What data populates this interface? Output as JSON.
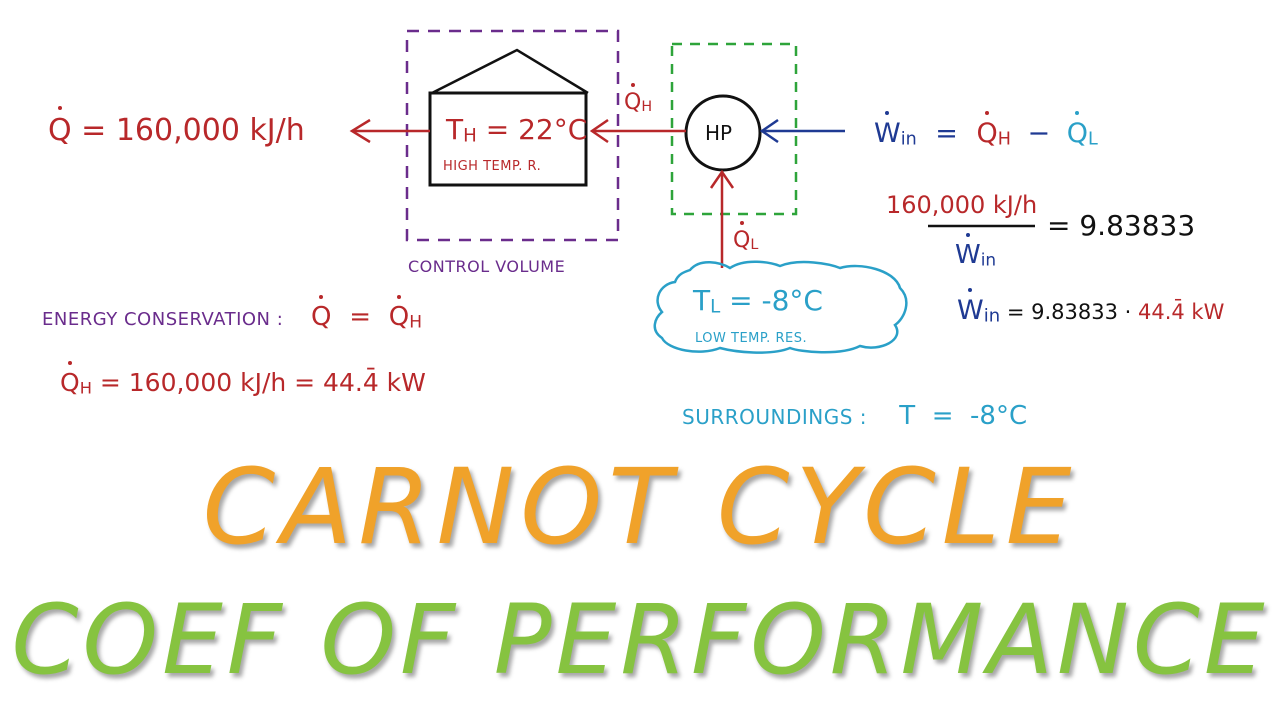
{
  "diagram": {
    "left_equation": {
      "lhs": "Q",
      "rhs": "= 160,000 kJ/h"
    },
    "house": {
      "temp_label": "T",
      "temp_sub": "H",
      "temp_value": "= 22°C",
      "desc": "HIGH TEMP. R."
    },
    "control_volume_label": "CONTROL VOLUME",
    "heat_pump_label": "HP",
    "qh_label": {
      "sym": "Q",
      "sub": "H"
    },
    "ql_label": {
      "sym": "Q",
      "sub": "L"
    },
    "cold_reservoir": {
      "temp_label": "T",
      "temp_sub": "L",
      "temp_value": "= -8°C",
      "desc": "LOW TEMP. RES."
    },
    "work_equation": {
      "lhs": "W",
      "lhs_sub": "in",
      "eq": "=",
      "t1": "Q",
      "t1_sub": "H",
      "minus": "−",
      "t2": "Q",
      "t2_sub": "L"
    },
    "cop_equation": {
      "numerator": "160,000 kJ/h",
      "denominator": "W",
      "denominator_sub": "in",
      "result": "= 9.83833"
    },
    "win_equation": {
      "lhs": "W",
      "lhs_sub": "in",
      "rhs_black": "= 9.83833 ·",
      "rhs_red": "44.4̄ kW"
    },
    "energy_conservation": {
      "label": "ENERGY CONSERVATION :",
      "lhs": "Q",
      "eq": "=",
      "rhs": "Q",
      "rhs_sub": "H"
    },
    "qh_value": {
      "lhs": "Q",
      "lhs_sub": "H",
      "rhs": "= 160,000 kJ/h = 44.4̄ kW"
    },
    "surroundings": {
      "label": "SURROUNDINGS :",
      "value": "T  =  -8°C"
    }
  },
  "title": {
    "line1": "CARNOT CYCLE",
    "line2": "COEF OF PERFORMANCE"
  },
  "colors": {
    "red": "#b8282a",
    "navy": "#1f3a93",
    "purple": "#6a2c8c",
    "green": "#2ea43a",
    "cyan": "#2aa0c8",
    "orange": "#f0a22a",
    "lime": "#86c340"
  }
}
